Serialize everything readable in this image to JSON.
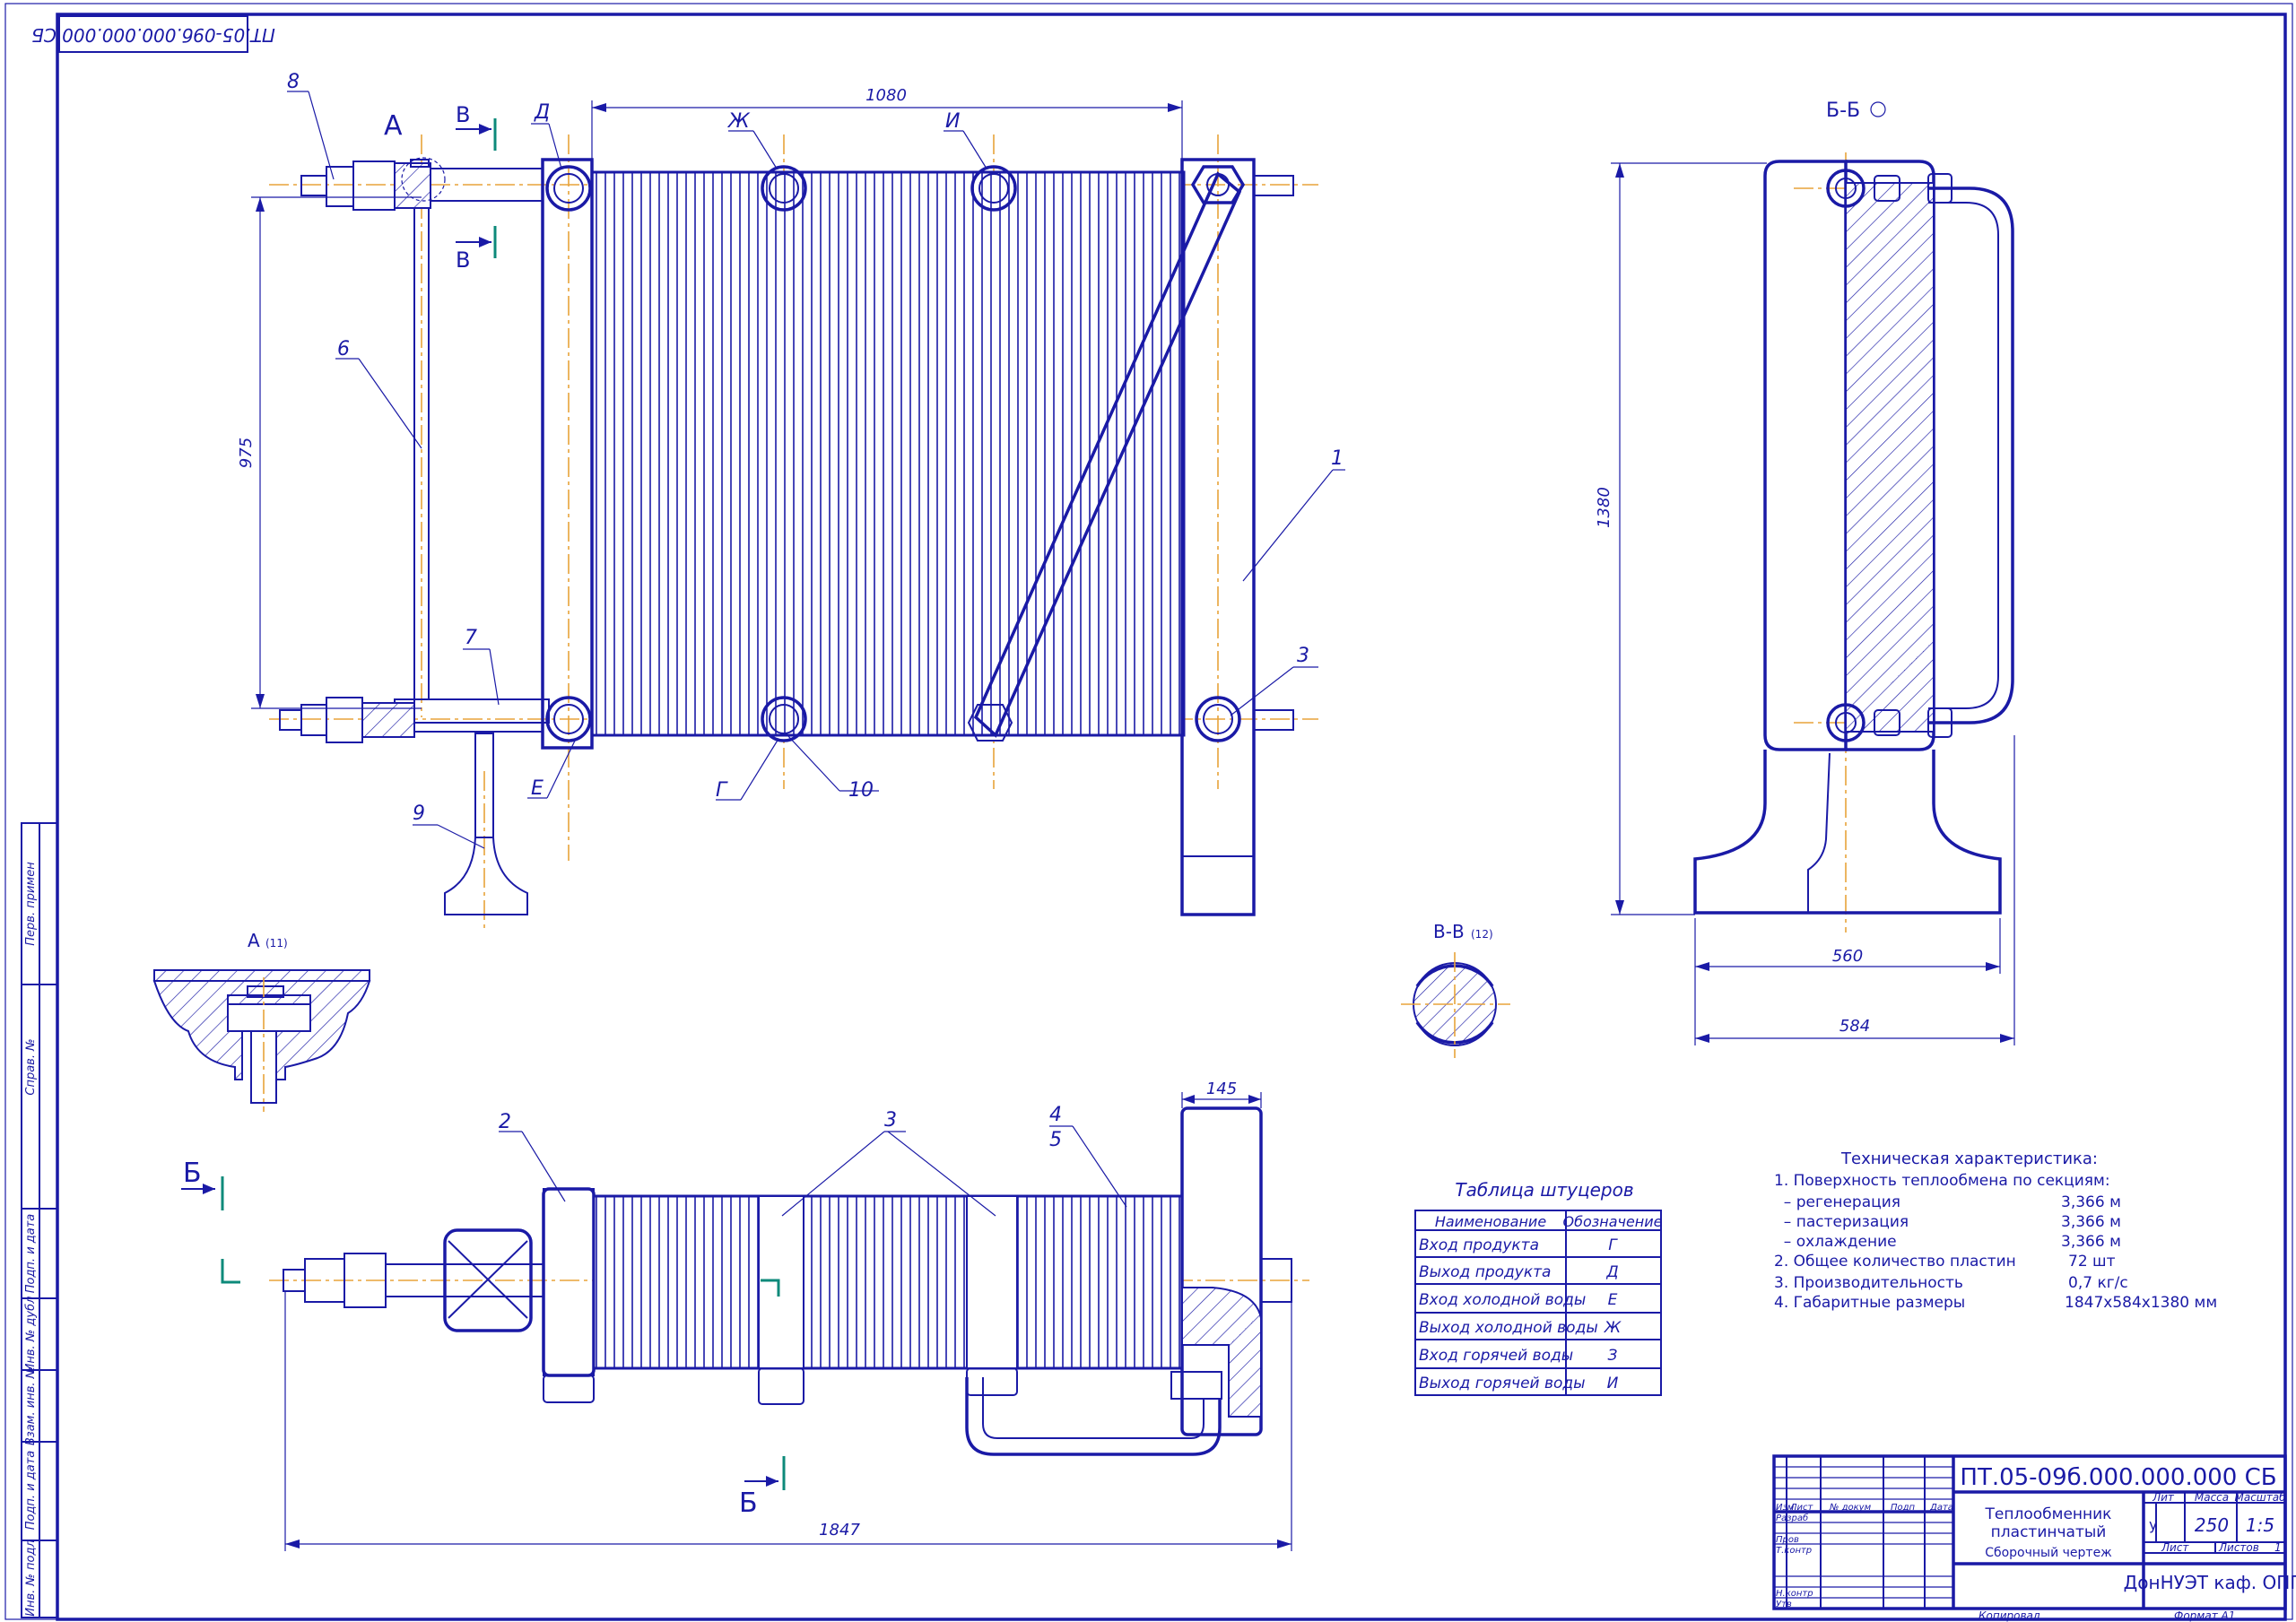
{
  "doc_code": "ПТ.05-09б.000.000.000 СБ",
  "doc_code_stamp": "ПТ.05-09б.000.000.000 СБ",
  "views": {
    "view_bb_label": "Б-Б",
    "view_a_label": "А",
    "view_a_sheet": "(11)",
    "view_vv_label": "В-В",
    "view_vv_sheet": "(12)",
    "cut_a": "А",
    "cut_v_top": "В",
    "cut_v_bottom": "В",
    "cut_b_top": "Б",
    "cut_b_bottom": "Б"
  },
  "dimensions": {
    "d1080": "1080",
    "d975": "975",
    "d1380": "1380",
    "d560": "560",
    "d584": "584",
    "d145": "145",
    "d1847": "1847"
  },
  "callouts": {
    "c1": "1",
    "c2": "2",
    "c3a": "3",
    "c3b": "3",
    "c4": "4",
    "c5": "5",
    "c6": "6",
    "c7": "7",
    "c8": "8",
    "c9": "9",
    "c10": "10",
    "cD": "Д",
    "cE": "Е",
    "cG": "Г",
    "cZh": "Ж",
    "cI": "И"
  },
  "nozzle_table": {
    "title": "Таблица штуцеров",
    "col_name": "Наименование",
    "col_code": "Обозначение",
    "rows": [
      {
        "name": "Вход продукта",
        "code": "Г"
      },
      {
        "name": "Выход продукта",
        "code": "Д"
      },
      {
        "name": "Вход холодной воды",
        "code": "Е"
      },
      {
        "name": "Выход холодной воды",
        "code": "Ж"
      },
      {
        "name": "Вход горячей воды",
        "code": "З"
      },
      {
        "name": "Выход горячей воды",
        "code": "И"
      }
    ]
  },
  "tech": {
    "title": "Техническая характеристика:",
    "lines": [
      {
        "label": "1. Поверхность теплообмена по секциям:",
        "value": ""
      },
      {
        "label": "  – регенерация",
        "value": "3,366 м"
      },
      {
        "label": "  – пастеризация",
        "value": "3,366 м"
      },
      {
        "label": "  – охлаждение",
        "value": "3,366 м"
      },
      {
        "label": "2. Общее количество пластин",
        "value": "72 шт"
      },
      {
        "label": "3. Производительность",
        "value": "0,7 кг/с"
      },
      {
        "label": "4. Габаритные размеры",
        "value": "1847х584х1380 мм"
      }
    ]
  },
  "title_block": {
    "code": "ПТ.05-09б.000.000.000 СБ",
    "name1": "Теплообменник",
    "name2": "пластинчатый",
    "name3": "Сборочный чертеж",
    "lit_h": "Лит",
    "mass_h": "Масса",
    "scale_h": "Масштаб",
    "lit": "у",
    "mass": "250",
    "scale": "1:5",
    "sheet_h": "Лист",
    "sheets_h": "Листов",
    "sheets": "1",
    "org": "ДонНУЭТ каф. ОПП",
    "h_izm": "Изм",
    "h_list": "Лист",
    "h_doc": "№ докум",
    "h_sign": "Подп",
    "h_date": "Дата",
    "r_razrab": "Разраб",
    "r_prov": "Пров",
    "r_tkontr": "Т.контр",
    "r_nkontr": "Н.контр",
    "r_utv": "Утв",
    "copied": "Копировал",
    "format": "Формат  А1"
  },
  "side_stamp": [
    "Перв. примен",
    "Справ. №",
    "Подп. и дата",
    "Инв. № дубл",
    "Взам. инв. №",
    "Подп. и дата",
    "Инв. № подл"
  ]
}
